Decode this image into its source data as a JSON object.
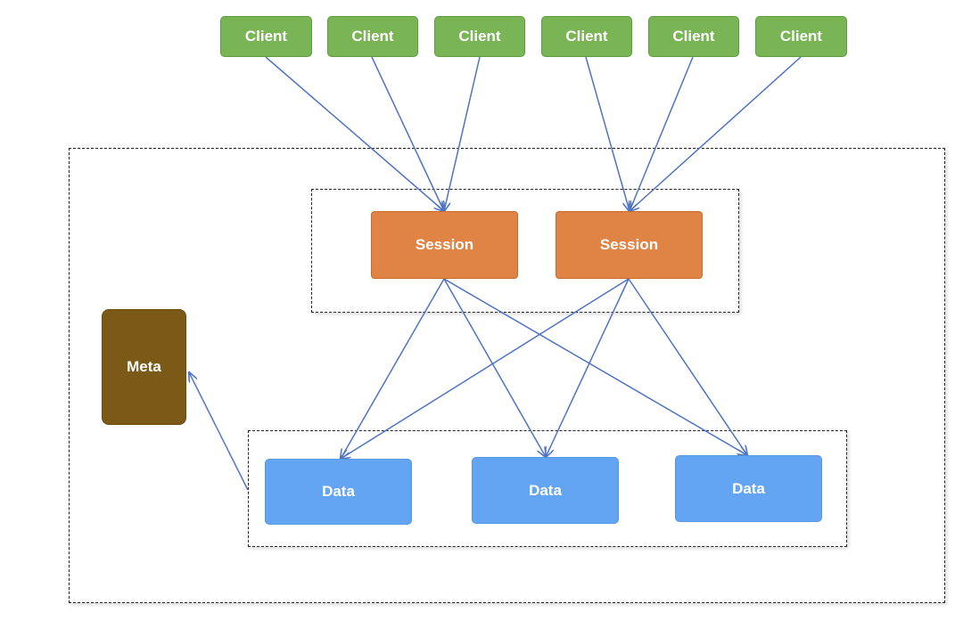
{
  "nodes": {
    "clients": [
      {
        "label": "Client"
      },
      {
        "label": "Client"
      },
      {
        "label": "Client"
      },
      {
        "label": "Client"
      },
      {
        "label": "Client"
      },
      {
        "label": "Client"
      }
    ],
    "sessions": [
      {
        "label": "Session"
      },
      {
        "label": "Session"
      }
    ],
    "meta": {
      "label": "Meta"
    },
    "data": [
      {
        "label": "Data"
      },
      {
        "label": "Data"
      },
      {
        "label": "Data"
      }
    ]
  },
  "edges": [
    {
      "from": "client-0",
      "to": "session-0"
    },
    {
      "from": "client-1",
      "to": "session-0"
    },
    {
      "from": "client-2",
      "to": "session-0"
    },
    {
      "from": "client-3",
      "to": "session-1"
    },
    {
      "from": "client-4",
      "to": "session-1"
    },
    {
      "from": "client-5",
      "to": "session-1"
    },
    {
      "from": "session-0",
      "to": "data-0"
    },
    {
      "from": "session-0",
      "to": "data-1"
    },
    {
      "from": "session-0",
      "to": "data-2"
    },
    {
      "from": "session-1",
      "to": "data-0"
    },
    {
      "from": "session-1",
      "to": "data-1"
    },
    {
      "from": "session-1",
      "to": "data-2"
    },
    {
      "from": "session-group",
      "to": "meta"
    },
    {
      "from": "data-group",
      "to": "meta"
    }
  ],
  "colors": {
    "client": "#79b555",
    "session": "#e08446",
    "meta": "#7a5a16",
    "data": "#63a5f2",
    "arrow": "#4f74c4",
    "group_border": "#222222"
  }
}
